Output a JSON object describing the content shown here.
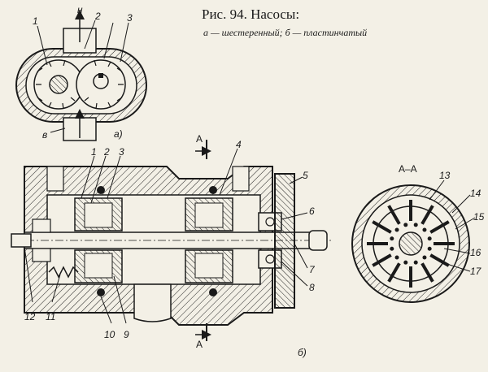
{
  "caption": {
    "title": "Рис. 94. Насосы:",
    "subtitle": "а — шестеренный; б — пластинчатый"
  },
  "view_a": {
    "letter_label": "а)",
    "labels": {
      "n": "н",
      "v": "в",
      "p1": "1",
      "p2": "2",
      "p3": "3"
    }
  },
  "view_b": {
    "letter_label": "б)",
    "section_top": "А",
    "section_bottom": "А",
    "labels": {
      "p1": "1",
      "p2": "2",
      "p3": "3",
      "p4": "4",
      "p5": "5",
      "p6": "6",
      "p7": "7",
      "p8": "8",
      "p9": "9",
      "p10": "10",
      "p11": "11",
      "p12": "12"
    }
  },
  "section_view": {
    "title": "А–А",
    "labels": {
      "p13": "13",
      "p14": "14",
      "p15": "15",
      "p16": "16",
      "p17": "17"
    }
  }
}
